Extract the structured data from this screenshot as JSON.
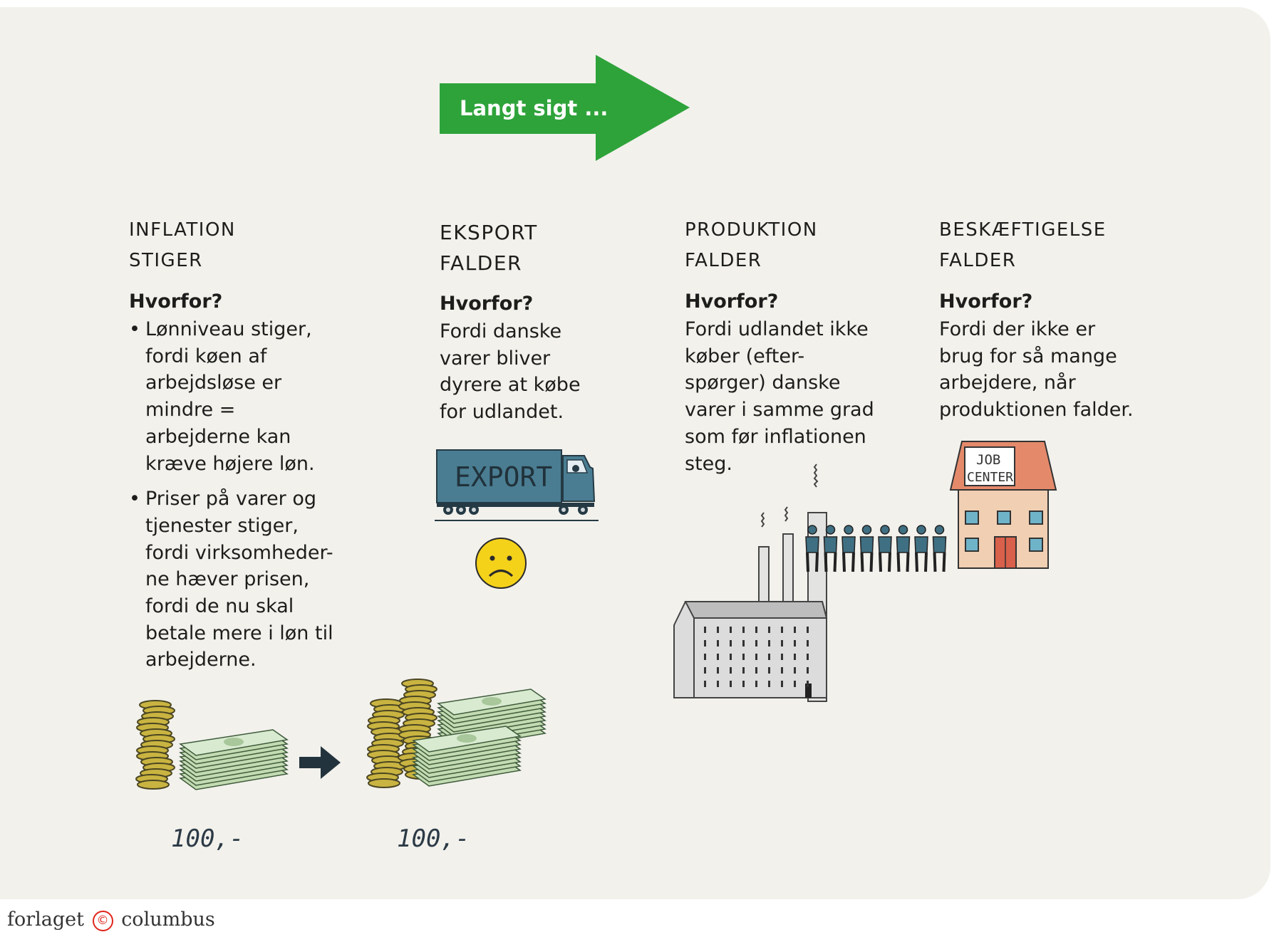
{
  "arrow": {
    "label": "Langt sigt ...",
    "color": "#2ea33a"
  },
  "columns": [
    {
      "heading_line1": "INFLATION",
      "heading_line2": "STIGER",
      "why": "Hvorfor?",
      "bullets": [
        "Lønniveau stiger, fordi køen af arbejdsløse er mindre = arbejderne kan kræve højere løn.",
        "Priser på varer og tjenester stiger, fordi virksomheder-ne hæver prisen, fordi de nu skal betale mere i løn til arbejderne."
      ]
    },
    {
      "heading_line1": "EKSPORT",
      "heading_line2": "FALDER",
      "why": "Hvorfor?",
      "text": "Fordi danske varer bliver dyrere at købe for udlandet."
    },
    {
      "heading_line1": "PRODUKTION",
      "heading_line2": "FALDER",
      "why": "Hvorfor?",
      "text": "Fordi udlandet ikke køber (efter-spørger) danske varer i samme grad som før inflationen steg."
    },
    {
      "heading_line1": "BESKÆFTIGELSE",
      "heading_line2": "FALDER",
      "why": "Hvorfor?",
      "text": "Fordi der ikke er brug for så mange arbejdere, når produktionen falder."
    }
  ],
  "illustrations": {
    "truck_label": "EXPORT",
    "jobcenter_line1": "JOB",
    "jobcenter_line2": "CENTER",
    "money_before": "100,-",
    "money_after": "100,-",
    "people_count": 8,
    "icons": [
      "export-truck-icon",
      "sad-face-icon",
      "factory-icon",
      "job-center-icon",
      "workers-queue-icon",
      "coins-stack-icon",
      "banknotes-icon",
      "right-arrow-icon"
    ],
    "colors": {
      "smiley": "#f5d21a",
      "truck": "#4a7d92",
      "banknote": "#cfe3bf",
      "coin": "#c9b441"
    }
  },
  "footer": {
    "prefix": "forlaget",
    "symbol": "©",
    "suffix": "columbus"
  }
}
